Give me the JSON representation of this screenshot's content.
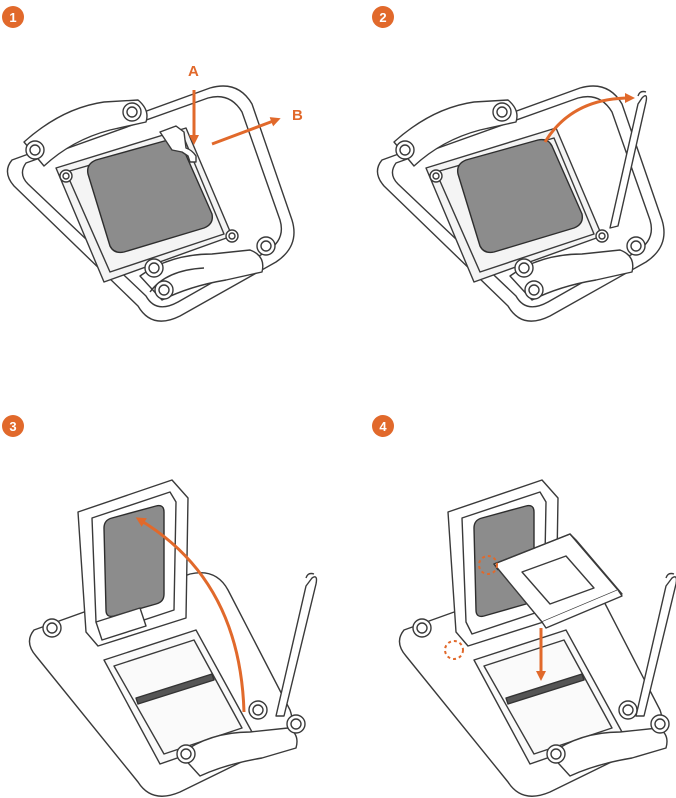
{
  "colors": {
    "accent": "#E1692B",
    "line": "#3a3a3a",
    "cpu": "#8c8c8c",
    "pins": "#555555",
    "frame": "#ffffff"
  },
  "steps": [
    {
      "number": "1"
    },
    {
      "number": "2"
    },
    {
      "number": "3"
    },
    {
      "number": "4"
    }
  ],
  "labels": {
    "a": "A",
    "b": "B"
  }
}
